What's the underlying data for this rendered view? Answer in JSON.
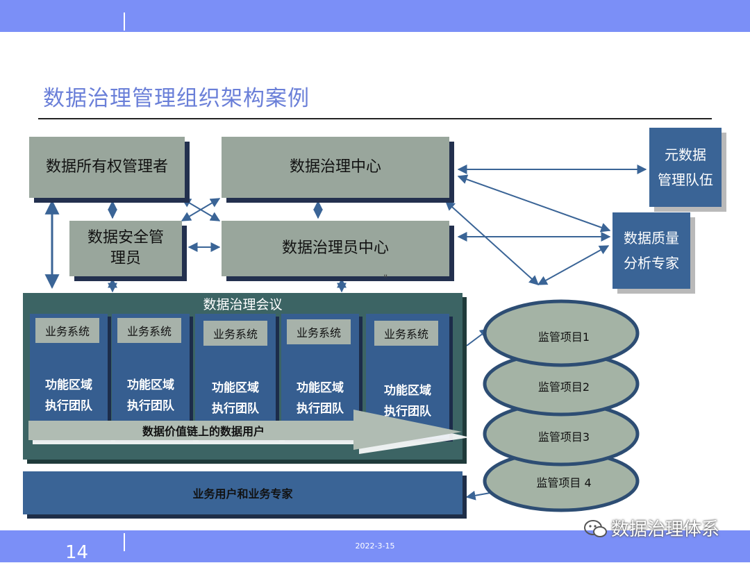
{
  "slide": {
    "title": "数据治理管理组织架构案例",
    "page_number": "14",
    "date": "2022-3-15",
    "watermark": "数据治理体系"
  },
  "boxes": {
    "owner": "数据所有权管理者",
    "center": "数据治理中心",
    "security_1": "数据安全管",
    "security_2": "理员",
    "steward_center": "数据治理员中心",
    "metadata_1": "元数据",
    "metadata_2": "管理队伍",
    "quality_1": "数据质量",
    "quality_2": "分析专家",
    "stray_mark": "\""
  },
  "council": {
    "title": "数据治理会议",
    "columns": [
      {
        "system": "业务系统",
        "line1": "功能区域",
        "line2": "执行团队"
      },
      {
        "system": "业务系统",
        "line1": "功能区域",
        "line2": "执行团队"
      },
      {
        "system": "业务系统",
        "line1": "功能区域",
        "line2": "执行团队"
      },
      {
        "system": "业务系统",
        "line1": "功能区域",
        "line2": "执行团队"
      },
      {
        "system": "业务系统",
        "line1": "功能区域",
        "line2": "执行团队"
      }
    ],
    "arrow_label": "数据价值链上的数据用户"
  },
  "business_users": "业务用户和业务专家",
  "projects": [
    "监管项目1",
    "监管项目2",
    "监管项目3",
    "监管项目 4"
  ],
  "colors": {
    "band": "#7b8ff7",
    "title": "#6a7fd8",
    "gray_box": "#99a69c",
    "blue_box": "#3a6496",
    "council": "#3c6464",
    "ellipse": "#a4b3a5",
    "arrow": "#3a6496"
  }
}
